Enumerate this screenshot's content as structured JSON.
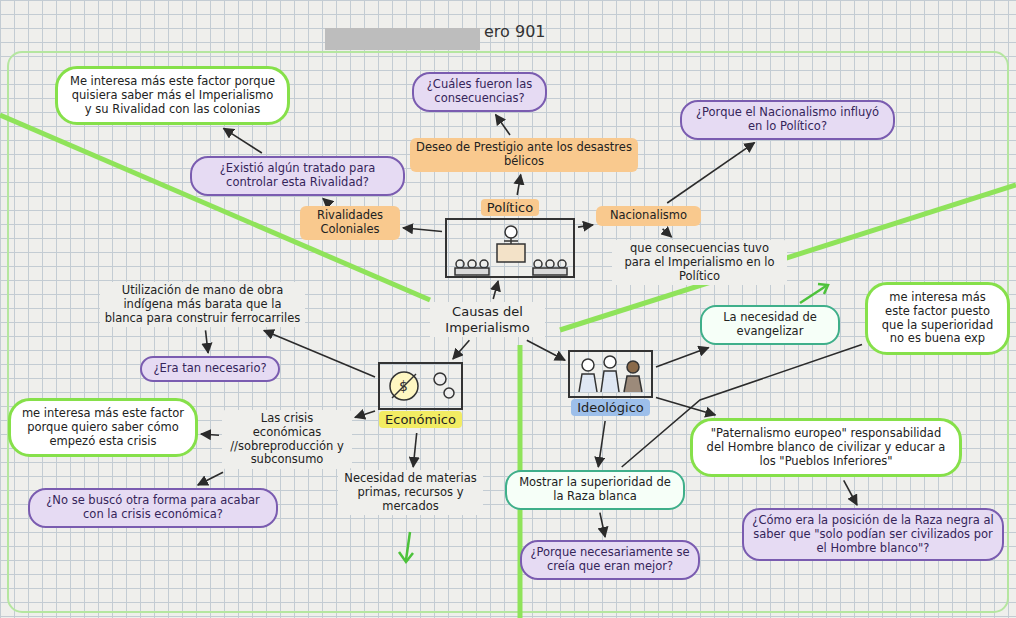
{
  "diagram": {
    "nodes": [
      {
        "text": [
          "Me interesa más este factor porque quisiera saber más el Imperialismo y su Rivalidad con las colonias"
        ]
      },
      {
        "text": [
          "¿Cuáles fueron las consecuencias?"
        ]
      },
      {
        "text": [
          "¿Porque el Nacionalismo influyó en lo Político?"
        ]
      },
      {
        "text": [
          "¿Existió algún tratado para controlar esta Rivalidad?"
        ]
      },
      {
        "text": [
          "Deseo de Prestigio ante los desastres bélicos"
        ]
      },
      {
        "text": [
          "Rivalidades Coloniales"
        ]
      },
      {
        "text": [
          "Político"
        ]
      },
      {
        "text": [
          "Nacionalismo"
        ]
      },
      {
        "text": [
          "que consecuencias tuvo para el Imperialismo en lo Político"
        ]
      },
      {
        "text": [
          "Utilización de mano de obra indígena más barata que la blanca para construir ferrocarriles"
        ]
      },
      {
        "text": [
          "Causas del Imperialismo"
        ]
      },
      {
        "text": [
          "¿Era tan necesario?"
        ]
      },
      {
        "text": [
          "La necesidad de evangelizar"
        ]
      },
      {
        "text": [
          "me interesa más este factor puesto que la superioridad no es buena exp"
        ]
      },
      {
        "text": [
          "Económico"
        ]
      },
      {
        "text": [
          "Ideológico"
        ]
      },
      {
        "text": [
          "me interesa más este factor porque quiero saber cómo empezó esta crisis"
        ]
      },
      {
        "text": [
          "Las crisis económicas //sobreproducción y subconsumo"
        ]
      },
      {
        "text": [
          "\"Paternalismo europeo\" responsabilidad del Hombre blanco de civilizar y educar a los \"Pueblos Inferiores\""
        ]
      },
      {
        "text": [
          "Necesidad de materias primas, recursos y mercados"
        ]
      },
      {
        "text": [
          "Mostrar la superioridad de la Raza blanca"
        ]
      },
      {
        "text": [
          "¿No se buscó otra forma para acabar con la crisis económica?"
        ]
      },
      {
        "text": [
          "¿Porque necesariamente se creía que eran mejor?"
        ]
      },
      {
        "text": [
          "¿Cómo era la posición de la Raza negra al saber que \"solo podían ser civilizados por el Hombre blanco\"?"
        ]
      }
    ],
    "edges": [
      {
        "from": 10,
        "to": 6,
        "arrow": "to"
      },
      {
        "from": 10,
        "to": 14,
        "arrow": "to"
      },
      {
        "from": 10,
        "to": 15,
        "arrow": "to"
      },
      {
        "from": 6,
        "to": 5,
        "arrow": "to"
      },
      {
        "from": 6,
        "to": 4,
        "arrow": "to"
      },
      {
        "from": 6,
        "to": 7,
        "arrow": "to"
      },
      {
        "from": 5,
        "to": 3,
        "arrow": "to"
      },
      {
        "from": 3,
        "to": 0,
        "arrow": "to"
      },
      {
        "from": 4,
        "to": 1,
        "arrow": "to"
      },
      {
        "from": 7,
        "to": 2,
        "arrow": "to"
      },
      {
        "from": 7,
        "to": 8,
        "arrow": "to"
      },
      {
        "from": 14,
        "to": 9,
        "arrow": "to"
      },
      {
        "from": 9,
        "to": 11,
        "arrow": "to"
      },
      {
        "from": 14,
        "to": 17,
        "arrow": "to"
      },
      {
        "from": 17,
        "to": 16,
        "arrow": "to"
      },
      {
        "from": 17,
        "to": 21,
        "arrow": "to"
      },
      {
        "from": 14,
        "to": 19,
        "arrow": "to"
      },
      {
        "from": 15,
        "to": 12,
        "arrow": "to"
      },
      {
        "from": 15,
        "to": 18,
        "arrow": "to"
      },
      {
        "from": 15,
        "to": 20,
        "arrow": "to"
      },
      {
        "from": 18,
        "to": 23,
        "arrow": "to"
      },
      {
        "from": 20,
        "to": 22,
        "arrow": "to"
      },
      {
        "from": 20,
        "to": 13,
        "arrow": "none"
      }
    ],
    "labels": [
      "ero 901"
    ]
  }
}
